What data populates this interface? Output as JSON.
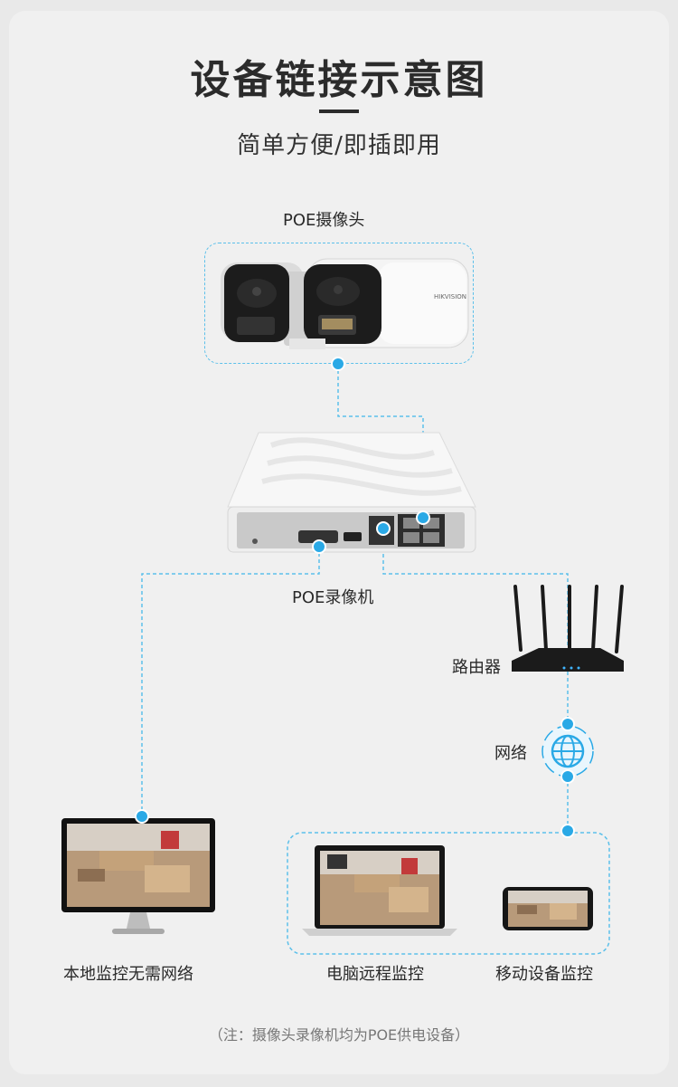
{
  "header": {
    "title": "设备链接示意图",
    "subtitle": "简单方便/即插即用"
  },
  "nodes": {
    "camera_label": "POE摄像头",
    "camera_brand": "HIKVISION",
    "nvr_label": "POE录像机",
    "router_label": "路由器",
    "network_label": "网络",
    "local_label": "本地监控无需网络",
    "pc_label": "电脑远程监控",
    "mobile_label": "移动设备监控"
  },
  "footer": {
    "note": "（注：摄像头录像机均为POE供电设备）"
  },
  "colors": {
    "accent": "#2aa9e6",
    "dash": "#5cc0ea",
    "title": "#2b2b2b"
  }
}
